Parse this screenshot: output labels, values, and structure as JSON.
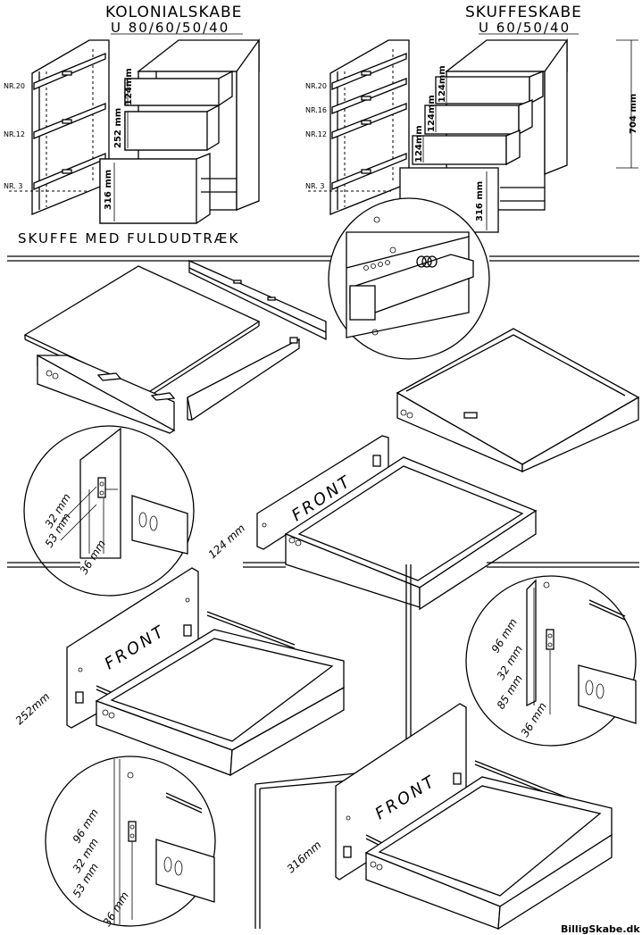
{
  "titles": {
    "left_title": "KOLONIALSKABE",
    "left_sub": "U  80/60/50/40",
    "right_title": "SKUFFESKABE",
    "right_sub": "U  60/50/40"
  },
  "section_header": "SKUFFE  MED  FULDUDTRÆK",
  "left_cabinet": {
    "nr_labels": [
      "NR.20",
      "NR.12",
      "NR. 3"
    ],
    "drawer_dims": [
      "124mm",
      "252 mm",
      "316 mm"
    ]
  },
  "right_cabinet": {
    "nr_labels": [
      "NR.20",
      "NR.16",
      "NR.12",
      "NR. 3"
    ],
    "drawer_dims": [
      "124mm",
      "124mm",
      "124mm",
      "316 mm"
    ],
    "height": "704 mm"
  },
  "detail_1": {
    "d1": "32 mm",
    "d2": "53 mm",
    "d3": "36 mm"
  },
  "detail_2": {
    "d1": "96 mm",
    "d2": "32 mm",
    "d3": "85 mm",
    "d4": "36 mm"
  },
  "detail_3": {
    "d1": "96 mm",
    "d2": "32 mm",
    "d3": "53 mm",
    "d4": "36 mm"
  },
  "front_label": "FRONT",
  "drawer_heights": {
    "small": "124 mm",
    "medium": "252mm",
    "large": "316mm"
  },
  "watermark": "BilligSkabe.dk"
}
